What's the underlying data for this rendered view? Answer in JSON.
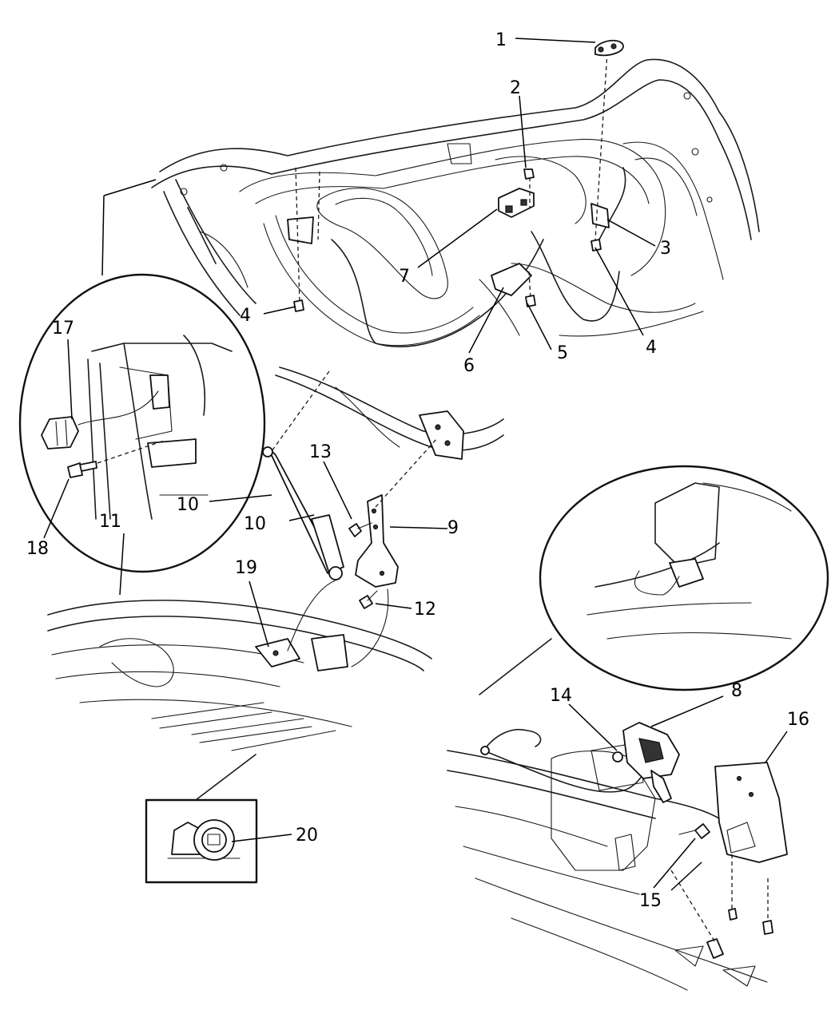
{
  "callouts": [
    "1",
    "2",
    "3",
    "4",
    "4",
    "5",
    "6",
    "7",
    "8",
    "9",
    "10",
    "10",
    "11",
    "12",
    "13",
    "14",
    "15",
    "16",
    "17",
    "18",
    "19",
    "20"
  ]
}
